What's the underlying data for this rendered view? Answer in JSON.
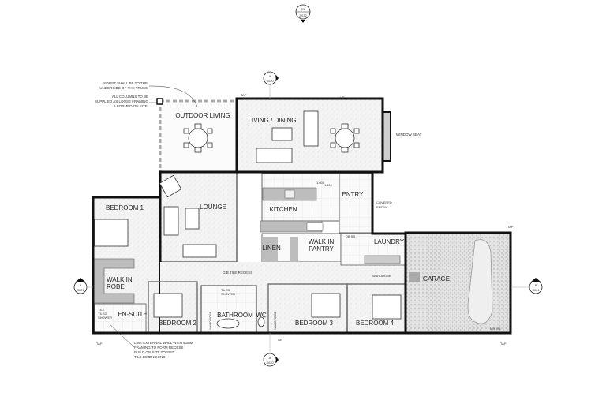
{
  "drawing": {
    "type": "floor plan",
    "section_markers": {
      "top": {
        "line1": "01",
        "line2": "S012"
      },
      "upper": {
        "line1": "A",
        "line2": "S020"
      },
      "left": {
        "line1": "B",
        "line2": "S021"
      },
      "right": {
        "line1": "B",
        "line2": "S021"
      },
      "bottom": {
        "line1": "A",
        "line2": "S020"
      }
    },
    "rooms": {
      "outdoor_living": "OUTDOOR LIVING",
      "living_dining": "LIVING / DINING",
      "window_seat": "WINDOW SEAT",
      "lounge": "LOUNGE",
      "kitchen": "KITCHEN",
      "entry": "ENTRY",
      "covered_entry_1": "COVERED",
      "covered_entry_2": "ENTRY",
      "bedroom1": "BEDROOM 1",
      "linen": "LINEN",
      "walk_in_pantry_1": "WALK IN",
      "walk_in_pantry_2": "PANTRY",
      "laundry": "LAUNDRY",
      "walk_in_robe_1": "WALK IN",
      "walk_in_robe_2": "ROBE",
      "garage": "GARAGE",
      "ensuite": "EN-SUITE",
      "bedroom2": "BEDROOM 2",
      "bathroom": "BATHROOM",
      "wc": "WC",
      "bedroom3": "BEDROOM 3",
      "bedroom4": "BEDROOM 4"
    },
    "notes": {
      "soffit_1": "SOFFIT SHALL BE TO THE",
      "soffit_2": "UNDERSIDE OF THE TRUSS",
      "columns_1": "ALL COLUMNS TO BE",
      "columns_2": "SUPPLIED AS LOOSE FRAMING",
      "columns_3": "& FORMED ON SITE.",
      "gib_tile": "GIB TILE RECESS",
      "line_ext_1": "LINE EXTERNAL WALL WITH 90MM",
      "line_ext_2": "FRAMING TO FORM RECESS",
      "line_ext_3": "BUILD ON SITE TO SUIT",
      "line_ext_4": "TILE DIMENSIONS",
      "tile_shower_1": "TILE",
      "tile_shower_2": "TILED",
      "tile_shower_3": "SHOWER",
      "wardrobe": "WARDROBE",
      "db_sb": "DB SB",
      "mb_wb": "MB WB",
      "gb": "GB",
      "tap": "TAP",
      "hp": "HP",
      "dim_1": "1.600",
      "dim_2": "1.100"
    }
  }
}
